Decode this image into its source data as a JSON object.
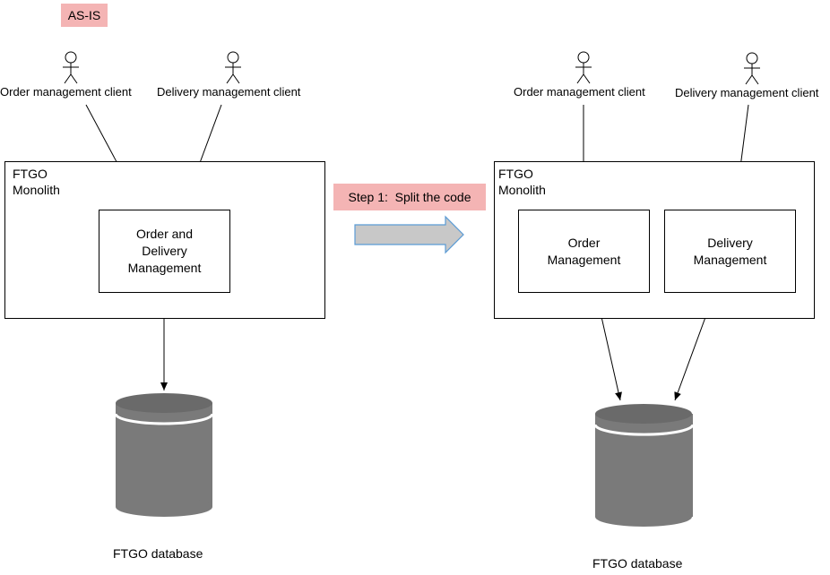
{
  "left": {
    "tag": "AS-IS",
    "clients": [
      "Order management client",
      "Delivery management client"
    ],
    "frame_title_line1": "FTGO",
    "frame_title_line2": "Monolith",
    "module_line1": "Order and",
    "module_line2": "Delivery",
    "module_line3": "Management",
    "database": "FTGO database"
  },
  "transition": {
    "label": "Step 1:  Split the code"
  },
  "right": {
    "clients": [
      "Order management client",
      "Delivery management client"
    ],
    "frame_title_line1": "FTGO",
    "frame_title_line2": "Monolith",
    "order_module_line1": "Order",
    "order_module_line2": "Management",
    "delivery_module_line1": "Delivery",
    "delivery_module_line2": "Management",
    "database": "FTGO database"
  },
  "colors": {
    "tag_background": "#f4b4b4",
    "database_body": "#7a7a7a",
    "database_top": "#6a6a6a",
    "arrow_fill": "#c8c8c8",
    "arrow_stroke": "#5a9bd5"
  }
}
